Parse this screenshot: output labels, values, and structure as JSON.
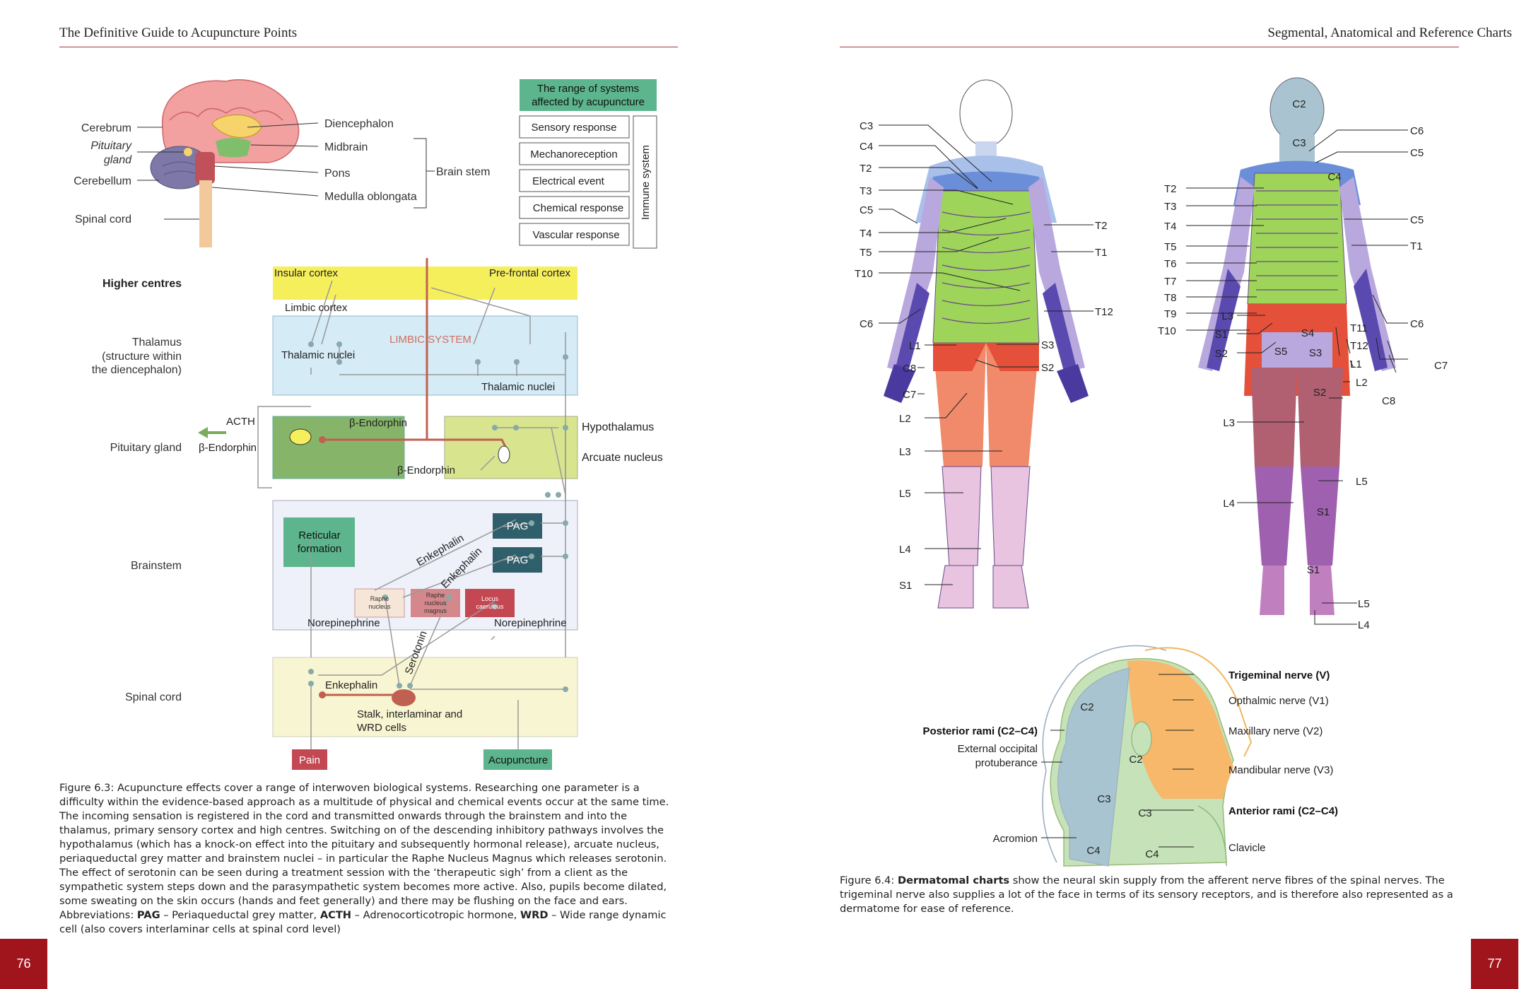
{
  "left_page": {
    "running_head": "The Definitive Guide to Acupuncture Points",
    "page_number": "76",
    "figure": {
      "brain_labels": {
        "cerebrum": "Cerebrum",
        "pituitary_line1": "Pituitary",
        "pituitary_line2": "gland",
        "cerebellum": "Cerebellum",
        "spinal_cord": "Spinal cord",
        "diencephalon": "Diencephalon",
        "midbrain": "Midbrain",
        "pons": "Pons",
        "medulla": "Medulla oblongata",
        "brain_stem": "Brain stem"
      },
      "systems_box": {
        "title_line1": "The range of systems",
        "title_line2": "affected by acupuncture",
        "items": [
          "Sensory response",
          "Mechanoreception",
          "Electrical event",
          "Chemical response",
          "Vascular response"
        ],
        "immune": "Immune system"
      },
      "rows": {
        "higher_centres": "Higher centres",
        "thalamus_line1": "Thalamus",
        "thalamus_line2": "(structure within",
        "thalamus_line3": "the diencephalon)",
        "pituitary": "Pituitary gland",
        "brainstem": "Brainstem",
        "spinal_cord": "Spinal cord"
      },
      "diagram": {
        "insular_cortex": "Insular cortex",
        "prefrontal_cortex": "Pre-frontal cortex",
        "limbic_cortex": "Limbic cortex",
        "limbic_system": "LIMBIC SYSTEM",
        "thalamic_nuclei_1": "Thalamic nuclei",
        "thalamic_nuclei_2": "Thalamic nuclei",
        "acth": "ACTH",
        "beta_endorphin_left": "β-Endorphin",
        "beta_endorphin_top": "β-Endorphin",
        "beta_endorphin_bottom": "β-Endorphin",
        "hypothalamus": "Hypothalamus",
        "arcuate": "Arcuate nucleus",
        "reticular_line1": "Reticular",
        "reticular_line2": "formation",
        "pag": "PAG",
        "enkephalin_1": "Enkephalin",
        "enkephalin_2": "Enkephalin",
        "enkephalin_3": "Enkephalin",
        "raphe_nucleus_line1": "Raphe",
        "raphe_nucleus_line2": "nucleus",
        "raphe_magnus_line1": "Raphe",
        "raphe_magnus_line2": "nucleus",
        "raphe_magnus_line3": "magnus",
        "locus_line1": "Locus",
        "locus_line2": "caeruleus",
        "norepinephrine_1": "Norepinephrine",
        "norepinephrine_2": "Norepinephrine",
        "serotonin": "Serotonin",
        "stalk_line1": "Stalk, interlaminar and",
        "stalk_line2": "WRD cells",
        "pain": "Pain",
        "acupuncture": "Acupuncture"
      }
    },
    "caption": {
      "text": "Figure 6.3: Acupuncture effects cover a range of interwoven biological systems. Researching one parameter is a difficulty within the evidence-based approach as a multitude of physical and chemical events occur at the same time. The incoming sensation is registered in the cord and transmitted onwards through the brainstem and into the thalamus, primary sensory cortex and high centres. Switching on of the descending inhibitory pathways involves the hypothalamus (which has a knock-on effect into the pituitary and subsequently hormonal release), arcuate nucleus, periaqueductal grey matter and brainstem nuclei – in particular the Raphe Nucleus Magnus which releases serotonin. The effect of serotonin can be seen during a treatment session with the ‘therapeutic sigh’ from a client as the sympathetic system steps down and the parasympathetic system becomes more active. Also, pupils become dilated, some sweating on the skin occurs (hands and feet generally) and there may be flushing on the face and ears.",
      "abbr_intro": "Abbreviations: ",
      "abbr_pag": "PAG",
      "abbr_pag_def": " – Periaqueductal grey matter, ",
      "abbr_acth": "ACTH",
      "abbr_acth_def": " – Adrenocorticotropic hormone, ",
      "abbr_wrd": "WRD",
      "abbr_wrd_def": " – Wide range dynamic cell (also covers interlaminar cells at spinal cord level)"
    }
  },
  "right_page": {
    "running_head": "Segmental, Anatomical and Reference Charts",
    "page_number": "77",
    "front_labels_left": [
      "C3",
      "C4",
      "T2",
      "T3",
      "C5",
      "T4",
      "T5",
      "T10",
      "C6",
      "L1",
      "C8",
      "C7",
      "L2",
      "L3",
      "L5",
      "L4",
      "S1"
    ],
    "front_labels_right": [
      "T2",
      "T1",
      "T12",
      "S3",
      "S2"
    ],
    "back_labels_left": [
      "T2",
      "T3",
      "T4",
      "T5",
      "T6",
      "T7",
      "T8",
      "T9",
      "T10",
      "L3",
      "S1",
      "S2",
      "L3",
      "L4"
    ],
    "back_labels_right": [
      "C6",
      "C5",
      "C5",
      "T1",
      "T11",
      "C6",
      "T12",
      "L1",
      "C7",
      "L2",
      "C8",
      "L5",
      "L5",
      "L4"
    ],
    "back_inner": [
      "C2",
      "C3",
      "C4",
      "S4",
      "S5",
      "S3",
      "S2",
      "S1",
      "S1"
    ],
    "head": {
      "trigeminal": "Trigeminal nerve (V)",
      "opthalmic": "Opthalmic nerve (V1)",
      "maxillary": "Maxillary nerve (V2)",
      "mandibular": "Mandibular nerve (V3)",
      "anterior_rami": "Anterior rami (C2–C4)",
      "clavicle": "Clavicle",
      "posterior_rami": "Posterior rami (C2–C4)",
      "occipital_line1": "External occipital",
      "occipital_line2": "protuberance",
      "acromion": "Acromion",
      "c2a": "C2",
      "c2b": "C2",
      "c3a": "C3",
      "c3b": "C3",
      "c4a": "C4",
      "c4b": "C4"
    },
    "caption": {
      "intro": "Figure 6.4: ",
      "bold": "Dermatomal charts",
      "rest": " show the neural skin supply from the afferent nerve fibres of the spinal nerves. The trigeminal nerve also supplies a lot of the face in terms of its sensory receptors, and is therefore also represented as a dermatome for ease of reference."
    }
  },
  "colors": {
    "accent": "#a0151b",
    "rule": "#a33"
  }
}
